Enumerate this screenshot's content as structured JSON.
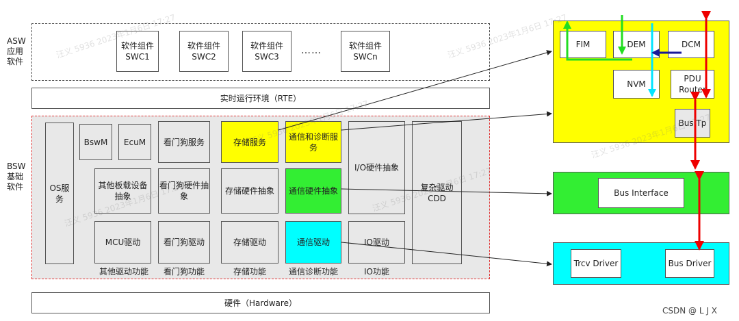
{
  "asw": {
    "side_label": "ASW\n应用\n软件",
    "components": [
      "软件组件\nSWC1",
      "软件组件\nSWC2",
      "软件组件\nSWC3",
      "软件组件\nSWCn"
    ],
    "ellipsis": "……"
  },
  "rte": {
    "label": "实时运行环境（RTE）"
  },
  "bsw": {
    "side_label": "BSW\n基础\n软件",
    "os": "OS服务",
    "bswm": "BswM",
    "ecum": "EcuM",
    "watchdog_service": "看门狗服务",
    "storage_service": "存储服务",
    "comm_diag_service": "通信和诊断服\n务",
    "io_hw_abstraction": "I/O硬件抽象",
    "complex_driver": "复杂驱动\nCDD",
    "onboard_device_abstraction": "其他板载设备\n抽象",
    "watchdog_hw_abstraction": "看门狗硬件抽\n象",
    "storage_hw_abstraction": "存储硬件抽象",
    "comm_hw_abstraction": "通信硬件抽象",
    "mcu_driver": "MCU驱动",
    "watchdog_driver": "看门狗驱动",
    "storage_driver": "存储驱动",
    "comm_driver": "通信驱动",
    "io_driver": "IO驱动",
    "group_labels": [
      "其他驱动功能",
      "看门狗功能",
      "存储功能",
      "通信诊断功能",
      "IO功能"
    ]
  },
  "hardware": {
    "label": "硬件（Hardware）"
  },
  "right": {
    "fim": "FIM",
    "dem": "DEM",
    "dcm": "DCM",
    "nvm": "NVM",
    "pdu_router": "PDU\nRouter",
    "bus_tp": "Bus Tp",
    "bus_interface": "Bus Interface",
    "trcv_driver": "Trcv Driver",
    "bus_driver": "Bus Driver"
  },
  "watermark": "汪义 5936 2023年1月6日 17:27",
  "credit": "CSDN @ L J X",
  "colors": {
    "yellow": "#ffff00",
    "green": "#33ee33",
    "cyan": "#00ffff",
    "red": "#ee0000",
    "navy": "#1a1a9a",
    "gray": "#e8e8e8"
  }
}
